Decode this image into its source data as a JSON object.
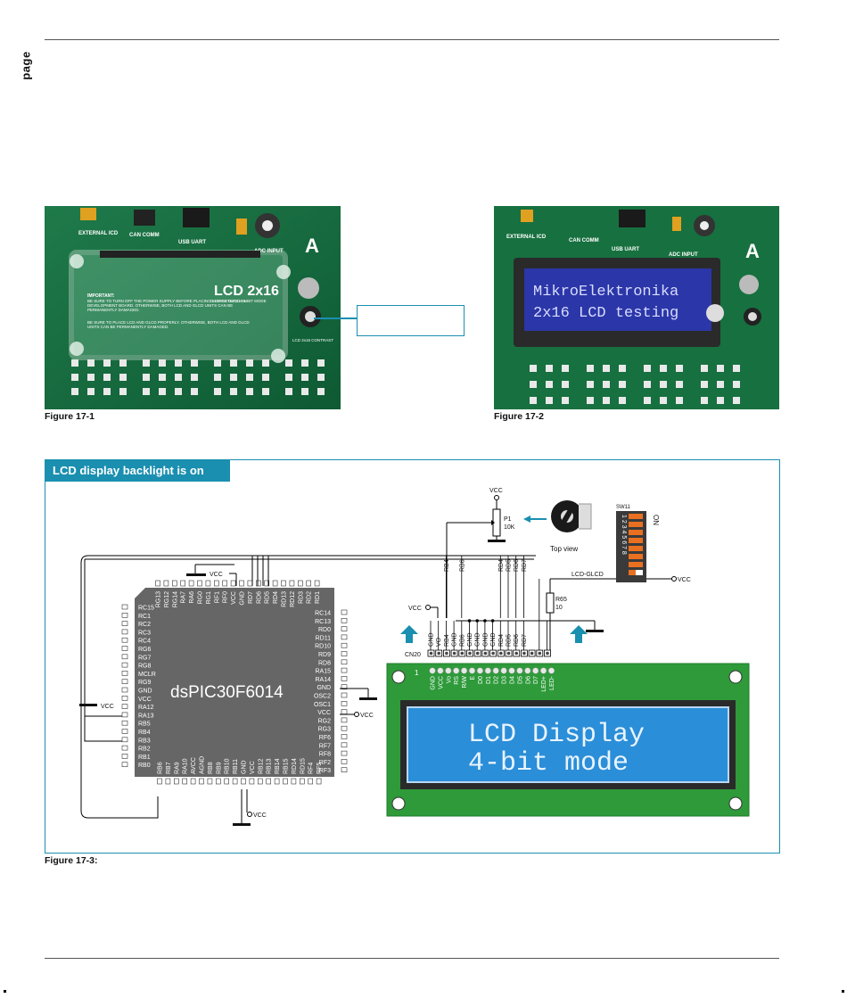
{
  "page": {
    "tag": "page",
    "fig1_caption": "Figure 17-1",
    "fig2_caption": "Figure 17-2",
    "fig3_caption": "Figure 17-3:"
  },
  "photo1": {
    "labels": [
      "EXTERNAL ICD",
      "CAN COMM",
      "USB UART",
      "ADC INPUT",
      "LCD 2x16",
      "CHARACTERS in 4-BIT MODE",
      "IMPORTANT:",
      "BE SURE TO TURN OFF THE POWER SUPPLY BEFORE PLACING LCD OR GLCD ON DEVELOPMENT BOARD. OTHERWISE, BOTH LCD AND GLCD UNITS CAN BE PERMANENTLY DAMAGED.",
      "BE SURE TO PLACE LCD AND GLCD PROPERLY. OTHERWISE, BOTH LCD AND GLCD UNITS CAN BE PERMANENTLY DAMAGED.",
      "LCD 2x16 CONTRAST"
    ]
  },
  "photo2": {
    "labels": [
      "EXTERNAL ICD",
      "CAN COMM",
      "USB UART",
      "ADC INPUT"
    ],
    "lcd_line1": "MikroElektronika",
    "lcd_line2": "2x16 LCD testing"
  },
  "schematic": {
    "title": "LCD display backlight is on",
    "mcu_name": "dsPIC30F6014",
    "pot_label": "P1",
    "pot_value": "10K",
    "pot_vcc": "VCC",
    "top_view": "Top view",
    "sw_name": "SW11",
    "sw_on": "ON",
    "sw_numbers": "1 2 3 4 5 6 7 8",
    "lcd_glcd": "LCD-GLCD",
    "vcc": "VCC",
    "r65": "R65",
    "r65_val": "10",
    "cn20": "CN20",
    "lcd_pin1": "1",
    "lcd_line1": "LCD Display",
    "lcd_line2": "4-bit mode",
    "lcd_pins": [
      "GND",
      "VCC",
      "Vo",
      "RS",
      "R/W",
      "E",
      "D0",
      "D1",
      "D2",
      "D3",
      "D4",
      "D5",
      "D6",
      "D7",
      "LED+",
      "LED-"
    ],
    "cn_top_labels": [
      "GND",
      "VO",
      "RB4",
      "GND",
      "RB6",
      "GND",
      "GND",
      "GND",
      "GND",
      "RD4",
      "RD5",
      "RD6",
      "RD7"
    ],
    "vert_top_labels": [
      "RB4",
      "RB6",
      "RD4",
      "RD5",
      "RD6",
      "RD7"
    ],
    "mcu_left": [
      "RC15",
      "RC1",
      "RC2",
      "RC3",
      "RC4",
      "RG6",
      "RG7",
      "RG8",
      "MCLR",
      "RG9",
      "GND",
      "VCC",
      "RA12",
      "RA13",
      "RB5",
      "RB4",
      "RB3",
      "RB2",
      "RB1",
      "RB0"
    ],
    "mcu_right": [
      "RC14",
      "RC13",
      "RD0",
      "RD11",
      "RD10",
      "RD9",
      "RD8",
      "RA15",
      "RA14",
      "GND",
      "OSC2",
      "OSC1",
      "VCC",
      "RG2",
      "RG3",
      "RF6",
      "RF7",
      "RF8",
      "RF2",
      "RF3"
    ],
    "mcu_top": [
      "RG13",
      "RG12",
      "RG14",
      "RA7",
      "RA6",
      "RG0",
      "RG1",
      "RF1",
      "RF0",
      "VCC",
      "GND",
      "RD7",
      "RD6",
      "RD5",
      "RD4",
      "RD13",
      "RD12",
      "RD3",
      "RD2",
      "RD1"
    ],
    "mcu_bottom": [
      "RB6",
      "RB7",
      "RA9",
      "RA10",
      "AVCC",
      "AGND",
      "RB8",
      "RB9",
      "RB10",
      "RB11",
      "GND",
      "VCC",
      "RB12",
      "RB13",
      "RB14",
      "RB15",
      "RD14",
      "RD15",
      "RF4",
      "RF5"
    ]
  }
}
